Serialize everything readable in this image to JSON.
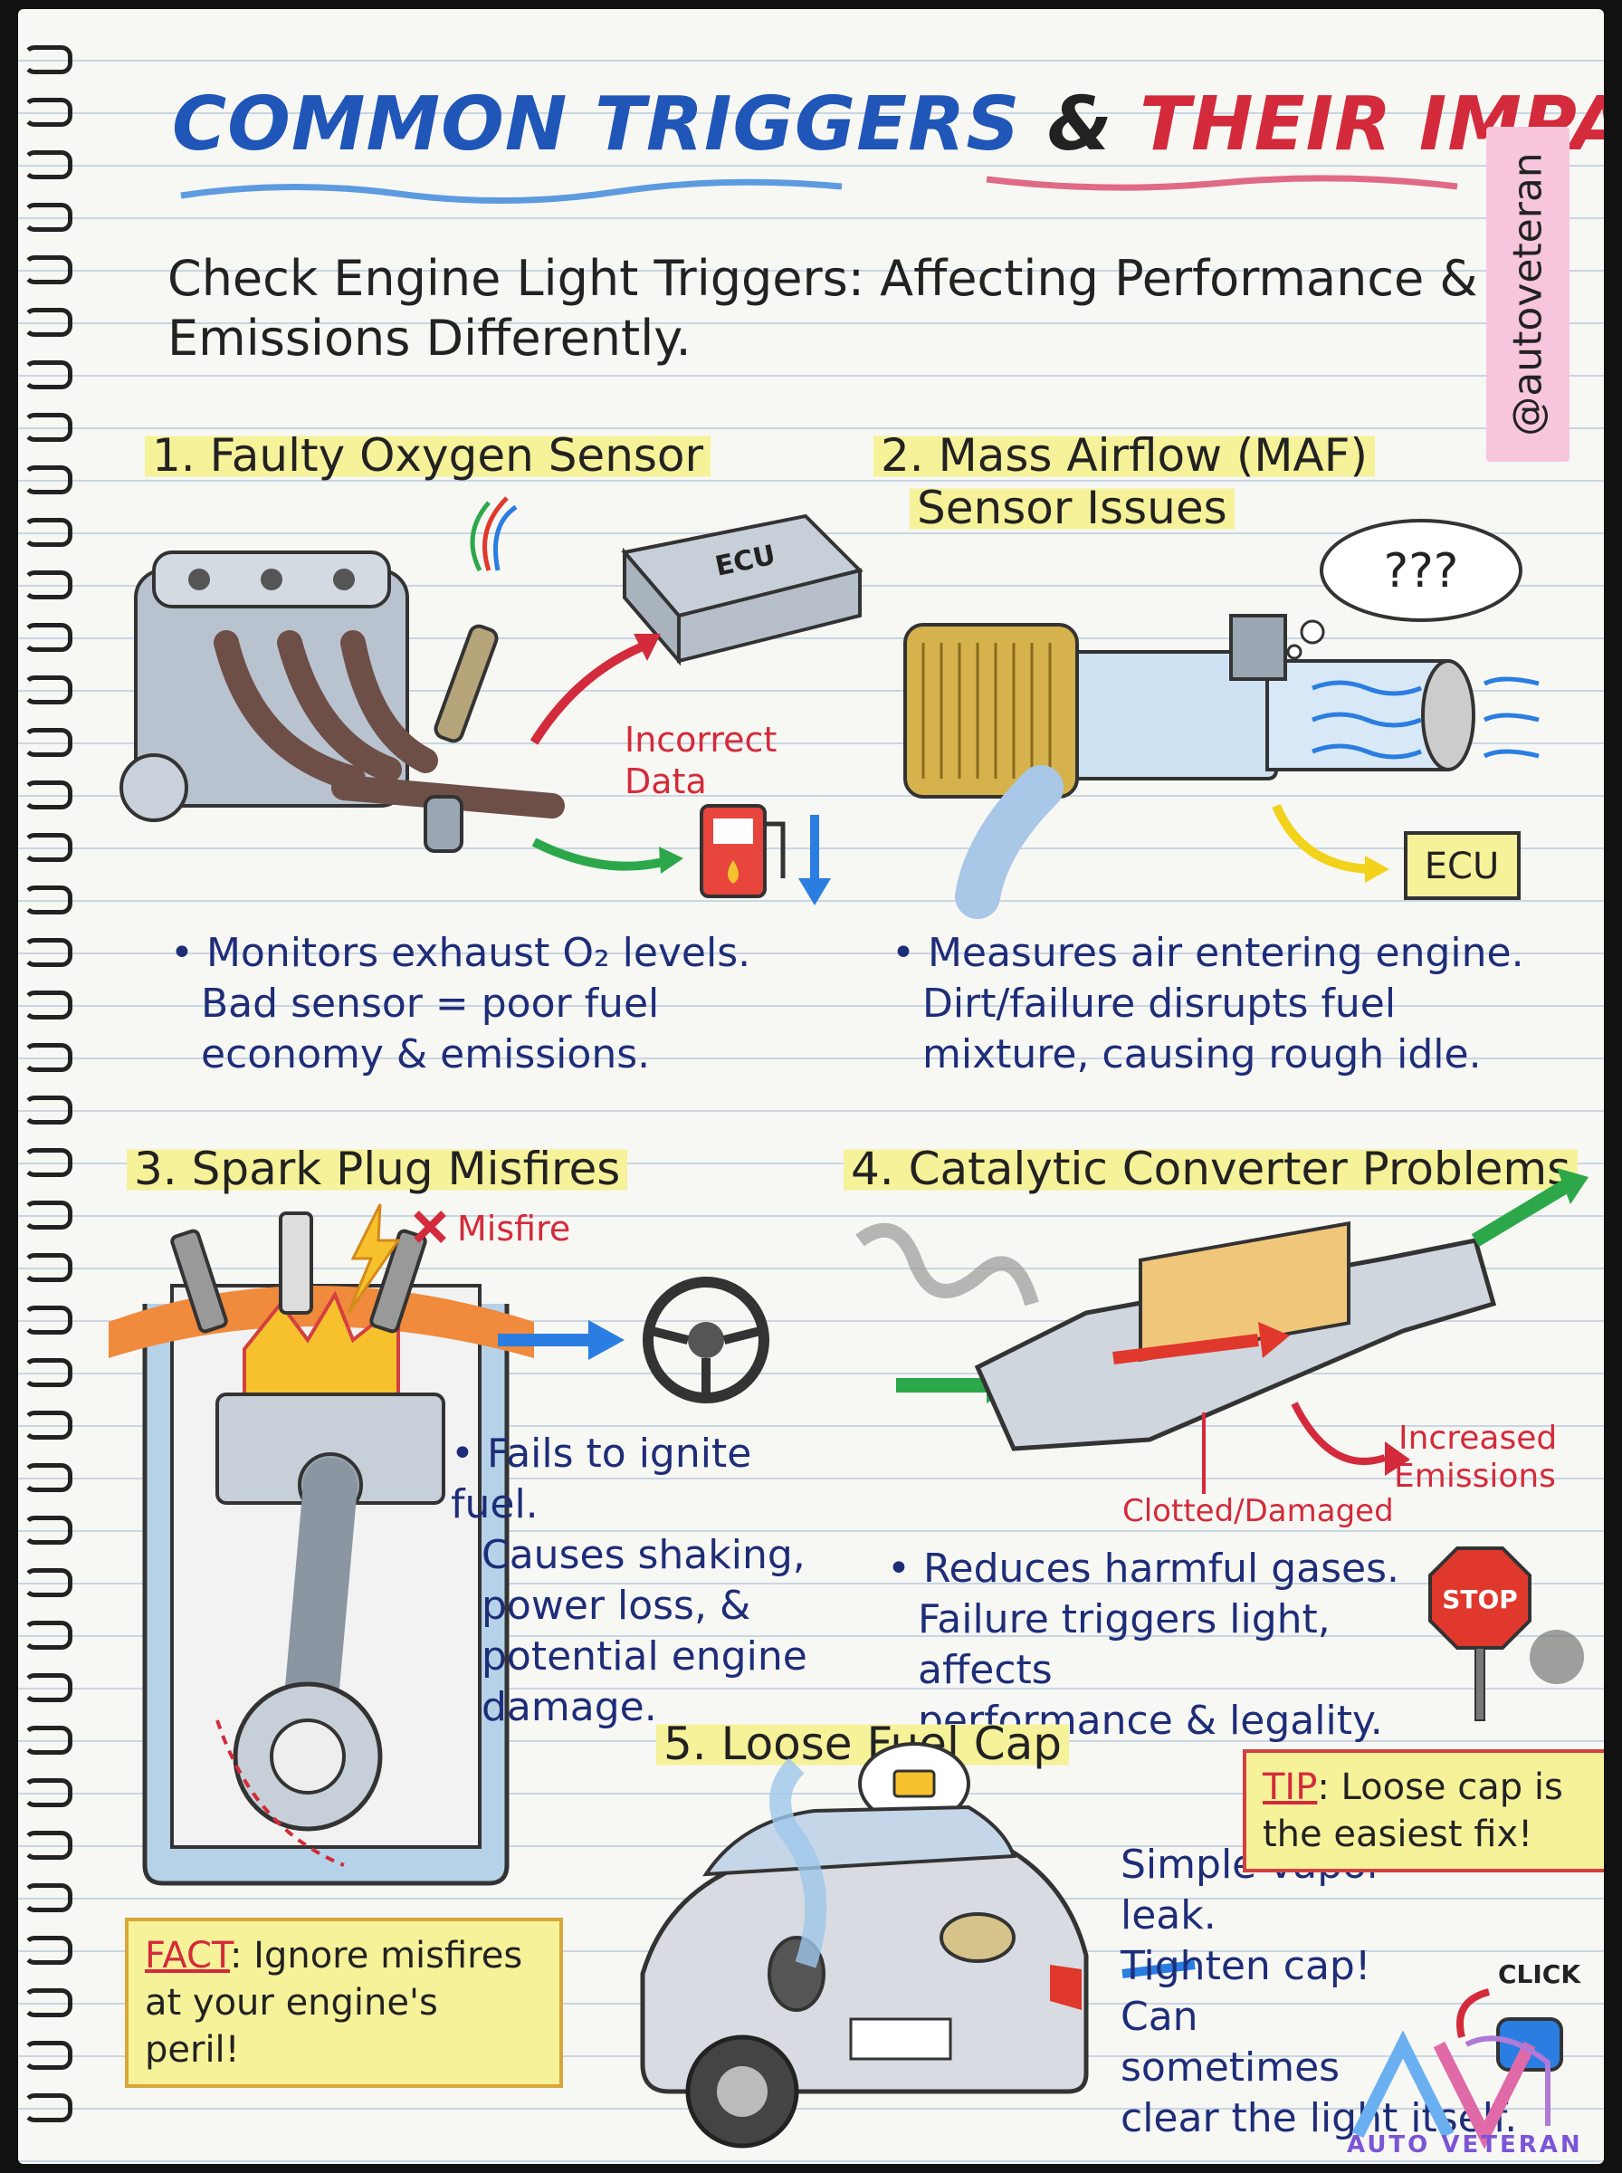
{
  "title": {
    "part1": "COMMON TRIGGERS",
    "amp": "&",
    "part2": "THEIR IMPACT"
  },
  "subtitle": "Check Engine Light Triggers: Affecting Performance & Emissions Differently.",
  "handle": "@autoveteran",
  "sections": [
    {
      "heading": "1. Faulty Oxygen Sensor",
      "desc": [
        "• Monitors exhaust O₂ levels.",
        "Bad sensor = poor fuel",
        "economy & emissions."
      ],
      "labels": {
        "ecu": "ECU",
        "incorrect": [
          "Incorrect",
          "Data"
        ]
      }
    },
    {
      "heading": [
        "2. Mass Airflow (MAF)",
        "Sensor Issues"
      ],
      "desc": [
        "• Measures air entering engine.",
        "Dirt/failure disrupts fuel",
        "mixture, causing rough idle."
      ],
      "labels": {
        "thought": "???",
        "ecu": "ECU"
      }
    },
    {
      "heading": "3. Spark Plug Misfires",
      "desc": [
        "• Fails to ignite fuel.",
        "Causes shaking,",
        "power loss, &",
        "potential engine",
        "damage."
      ],
      "labels": {
        "misfire": "Misfire"
      }
    },
    {
      "heading": "4. Catalytic Converter Problems",
      "desc": [
        "• Reduces harmful gases.",
        "Failure triggers light, affects",
        "performance & legality."
      ],
      "labels": {
        "increased": [
          "Increased",
          "Emissions"
        ],
        "clotted": "Clotted/Damaged",
        "stop": "STOP"
      }
    },
    {
      "heading": "5. Loose Fuel Cap",
      "desc": [
        "Simple vapor leak.",
        "Tighten cap!",
        "Can sometimes",
        "clear the light itself."
      ],
      "labels": {
        "click": "CLICK"
      }
    }
  ],
  "fact": {
    "key": "FACT",
    "text1": ": Ignore misfires",
    "text2": "at your engine's peril!"
  },
  "tip": {
    "key": "TIP",
    "text1": ": Loose cap is",
    "text2": "the easiest fix!"
  },
  "logo": {
    "text": "AUTO VETERAN"
  },
  "colors": {
    "blue": "#1f56b8",
    "red": "#d32b3b",
    "highlight": "#f6f29a",
    "pink": "#f7c6dc",
    "navy": "#1e2d78"
  }
}
